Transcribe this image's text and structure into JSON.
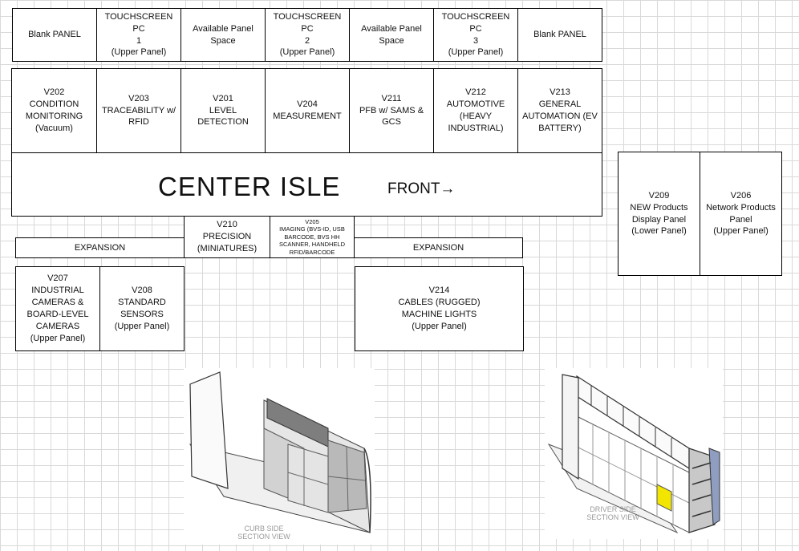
{
  "top_row": [
    "Blank PANEL",
    "TOUCHSCREEN PC\n1\n(Upper Panel)",
    "Available Panel\nSpace",
    "TOUCHSCREEN PC\n2\n(Upper Panel)",
    "Available Panel\nSpace",
    "TOUCHSCREEN PC\n3\n(Upper Panel)",
    "Blank PANEL"
  ],
  "second_row": [
    "V202\nCONDITION\nMONITORING\n(Vacuum)",
    "V203\nTRACEABILITY w/\nRFID",
    "V201\nLEVEL DETECTION",
    "V204\nMEASUREMENT",
    "V211\nPFB w/ SAMS &\nGCS",
    "V212\nAUTOMOTIVE\n(HEAVY\nINDUSTRIAL)",
    "V213\nGENERAL\nAUTOMATION (EV\nBATTERY)"
  ],
  "center_isle": {
    "title": "CENTER ISLE",
    "front": "FRONT→"
  },
  "middle": {
    "v210": "V210\nPRECISION\n(MINIATURES)",
    "v205": "V205\nIMAGING (BVS-ID, USB\nBARCODE, BVS HH\nSCANNER, HANDHELD\nRFID/BARCODE",
    "expansion_left": "EXPANSION",
    "expansion_right": "EXPANSION"
  },
  "bottom": {
    "v207": "V207\nINDUSTRIAL\nCAMERAS &\nBOARD-LEVEL\nCAMERAS\n(Upper Panel)",
    "v208": "V208\nSTANDARD\nSENSORS\n(Upper Panel)",
    "v214": "V214\nCABLES (RUGGED)\nMACHINE LIGHTS\n(Upper Panel)"
  },
  "right_panels": {
    "v209": "V209\nNEW Products\nDisplay Panel\n(Lower Panel)",
    "v206": "V206\nNetwork Products\nPanel\n(Upper Panel)"
  },
  "views": {
    "curb": "CURB SIDE\nSECTION VIEW",
    "driver": "DRIVER SIDE\nSECTION VIEW"
  },
  "colors": {
    "highlight_bin": "#f2e600",
    "van_gray": "#c8c8c8",
    "van_blue": "#8f9ec0"
  }
}
